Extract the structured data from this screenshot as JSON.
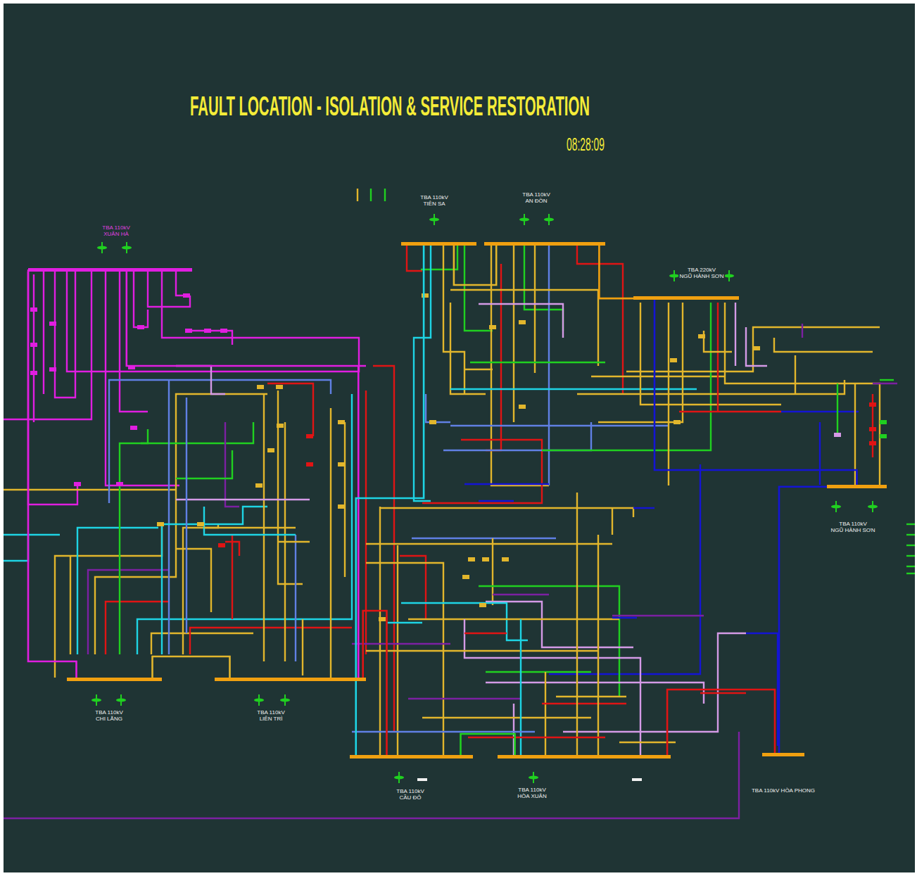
{
  "diagram": {
    "title": "FAULT LOCATION - ISOLATION & SERVICE RESTORATION",
    "nodes": [
      {
        "text": [
          "TBA 110kV XUÂN HÀ"
        ]
      },
      {
        "text": [
          "TBA 110kV TIÊN SA"
        ]
      },
      {
        "text": [
          "TBA 110kV AN ĐỒN"
        ]
      },
      {
        "text": [
          "TBA 220kV NGŨ HÀNH SƠN"
        ]
      },
      {
        "text": [
          "TBA 110kV NGŨ HÀNH SƠN"
        ]
      },
      {
        "text": [
          "TBA 110kV CHI LĂNG"
        ]
      },
      {
        "text": [
          "TBA 110kV LIÊN TRÌ"
        ]
      },
      {
        "text": [
          "TBA 110kV CẦU ĐỎ"
        ]
      },
      {
        "text": [
          "TBA 110kV HÒA XUÂN"
        ]
      },
      {
        "text": [
          "TBA 110kV HÒA PHONG"
        ]
      }
    ],
    "edges": [
      {
        "from": 0,
        "to": 5,
        "arrow": "none"
      },
      {
        "from": 0,
        "to": 6,
        "arrow": "none"
      },
      {
        "from": 1,
        "to": 7,
        "arrow": "none"
      },
      {
        "from": 1,
        "to": 2,
        "arrow": "none"
      },
      {
        "from": 2,
        "to": 3,
        "arrow": "none"
      },
      {
        "from": 3,
        "to": 4,
        "arrow": "none"
      },
      {
        "from": 5,
        "to": 6,
        "arrow": "none"
      },
      {
        "from": 6,
        "to": 7,
        "arrow": "none"
      },
      {
        "from": 7,
        "to": 8,
        "arrow": "none"
      },
      {
        "from": 8,
        "to": 9,
        "arrow": "none"
      },
      {
        "from": 4,
        "to": 9,
        "arrow": "none"
      }
    ],
    "labels": [
      "08:28:09"
    ]
  }
}
